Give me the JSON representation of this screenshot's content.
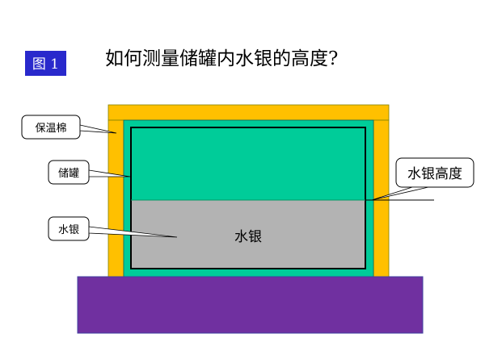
{
  "figure_tag": "图 1",
  "title": "如何测量储罐内水银的高度?",
  "labels": {
    "insulation": "保温棉",
    "tank": "储罐",
    "mercury_callout": "水银",
    "mercury_height": "水银高度",
    "mercury_inside": "水银"
  },
  "colors": {
    "figure_tag_bg": "#2929cc",
    "insulation": "#ffc000",
    "tank": "#00cc99",
    "mercury": "#b3b3b3",
    "base": "#7030a0",
    "outline": "#000000"
  }
}
